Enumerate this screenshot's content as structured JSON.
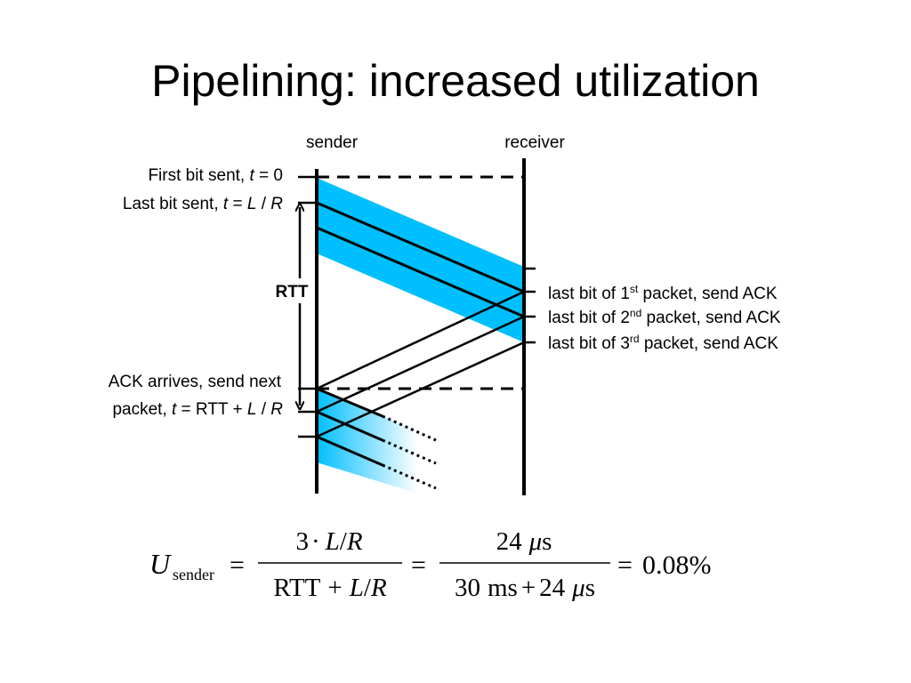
{
  "slide": {
    "title": "Pipelining: increased utilization"
  },
  "diagram": {
    "sender_label": "sender",
    "receiver_label": "receiver",
    "first_bit": {
      "text": "First bit sent, ",
      "var": "t",
      "rest": " = 0"
    },
    "last_bit": {
      "text": "Last bit sent, ",
      "var_t": "t",
      "eq": " = ",
      "var_l": "L",
      "slash": " / ",
      "var_r": "R"
    },
    "rtt_label": "RTT",
    "ack_line1": "ACK arrives, send next",
    "ack_line2": {
      "text": "packet, ",
      "var_t": "t",
      "mid": " = RTT + ",
      "var_l": "L",
      "slash": " / ",
      "var_r": "R"
    },
    "packets": [
      {
        "pre": "last bit of 1",
        "sup": "st",
        "post": " packet, send ACK"
      },
      {
        "pre": "last bit of 2",
        "sup": "nd",
        "post": " packet, send ACK"
      },
      {
        "pre": "last bit of 3",
        "sup": "rd",
        "post": " packet, send ACK"
      }
    ],
    "colors": {
      "packet": "#00BFFF",
      "line": "#000000"
    }
  },
  "equation": {
    "U": "U",
    "sub": "sender",
    "eq": "=",
    "num1_3": "3",
    "num1_dot": "·",
    "num1_L": "L",
    "num1_slash": "/",
    "num1_R": "R",
    "den1_rtt": "RTT",
    "den1_plus": "+",
    "den1_L": "L",
    "den1_slash": "/",
    "den1_R": "R",
    "num2_24": "24",
    "num2_mu": "μ",
    "num2_s": "s",
    "den2_30": "30",
    "den2_ms": "ms",
    "den2_plus": "+",
    "den2_24": "24",
    "den2_mu": "μ",
    "den2_s": "s",
    "result": "0.08%"
  }
}
